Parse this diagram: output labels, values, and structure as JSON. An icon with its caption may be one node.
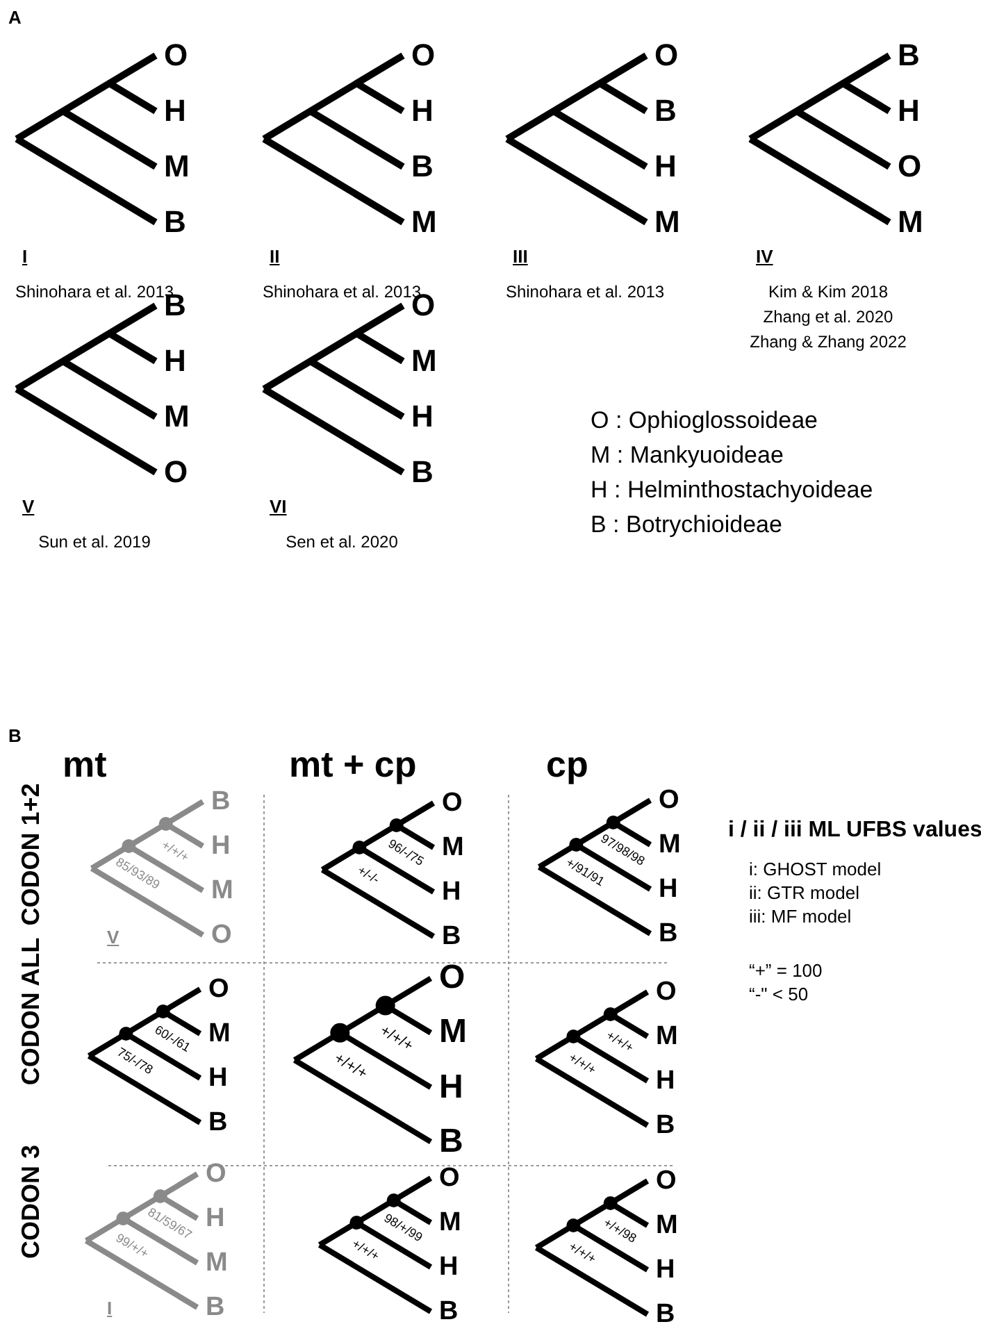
{
  "diagram": {
    "labels": [
      "A",
      "O",
      "H",
      "M",
      "B",
      "I",
      "Shinohara et al. 2013",
      "O",
      "H",
      "B",
      "M",
      "II",
      "Shinohara et al. 2013",
      "O",
      "B",
      "H",
      "M",
      "III",
      "Shinohara et al. 2013",
      "B",
      "H",
      "O",
      "M",
      "IV",
      "Kim & Kim 2018",
      "Zhang et al. 2020",
      "Zhang & Zhang 2022",
      "B",
      "H",
      "M",
      "O",
      "V",
      "Sun et al. 2019",
      "O",
      "M",
      "H",
      "B",
      "VI",
      "Sen et al. 2020",
      "O : Ophioglossoideae",
      "M : Mankyuoideae",
      "H : Helminthostachyoideae",
      "B : Botrychioideae",
      "B",
      "mt",
      "mt + cp",
      "cp",
      "i / ii / iii ML UFBS values",
      "i: GHOST model",
      "ii: GTR model",
      "iii: MF model",
      "“+” = 100",
      "“-\" < 50",
      "CODON 1+2",
      "B",
      "H",
      "M",
      "O",
      "+/+/+",
      "85/93/89",
      "V",
      "O",
      "M",
      "H",
      "B",
      "96/-/75",
      "+/-/-",
      "O",
      "M",
      "H",
      "B",
      "97/98/98",
      "+/91/91",
      "CODON ALL",
      "O",
      "M",
      "H",
      "B",
      "60/-/61",
      "75/-/78",
      "O",
      "M",
      "H",
      "B",
      "+/+/+",
      "+/+/+",
      "O",
      "M",
      "H",
      "B",
      "+/+/+",
      "+/+/+",
      "CODON 3",
      "O",
      "H",
      "M",
      "B",
      "81/59/67",
      "99/+/+",
      "I",
      "O",
      "M",
      "H",
      "B",
      "98/+/99",
      "+/+/+",
      "O",
      "M",
      "H",
      "B",
      "+/+/98",
      "+/+/+"
    ]
  }
}
